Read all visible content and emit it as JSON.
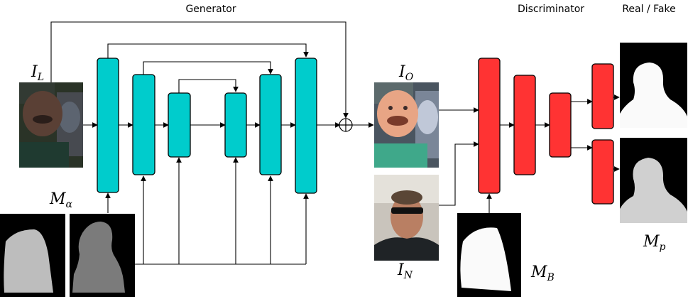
{
  "labels": {
    "generator": "Generator",
    "discriminator": "Discriminator",
    "real_fake": "Real / Fake"
  },
  "math": {
    "i_l": {
      "base": "I",
      "sub": "L"
    },
    "i_o": {
      "base": "I",
      "sub": "O"
    },
    "i_n": {
      "base": "I",
      "sub": "N"
    },
    "m_alpha": {
      "base": "M",
      "sub": "α"
    },
    "m_b": {
      "base": "M",
      "sub": "B"
    },
    "m_p": {
      "base": "M",
      "sub": "p"
    }
  },
  "colors": {
    "generator_block": "#00cccc",
    "discriminator_block": "#ff3333",
    "wire": "#000000"
  },
  "icons": {
    "combine": "circle-plus-icon"
  }
}
